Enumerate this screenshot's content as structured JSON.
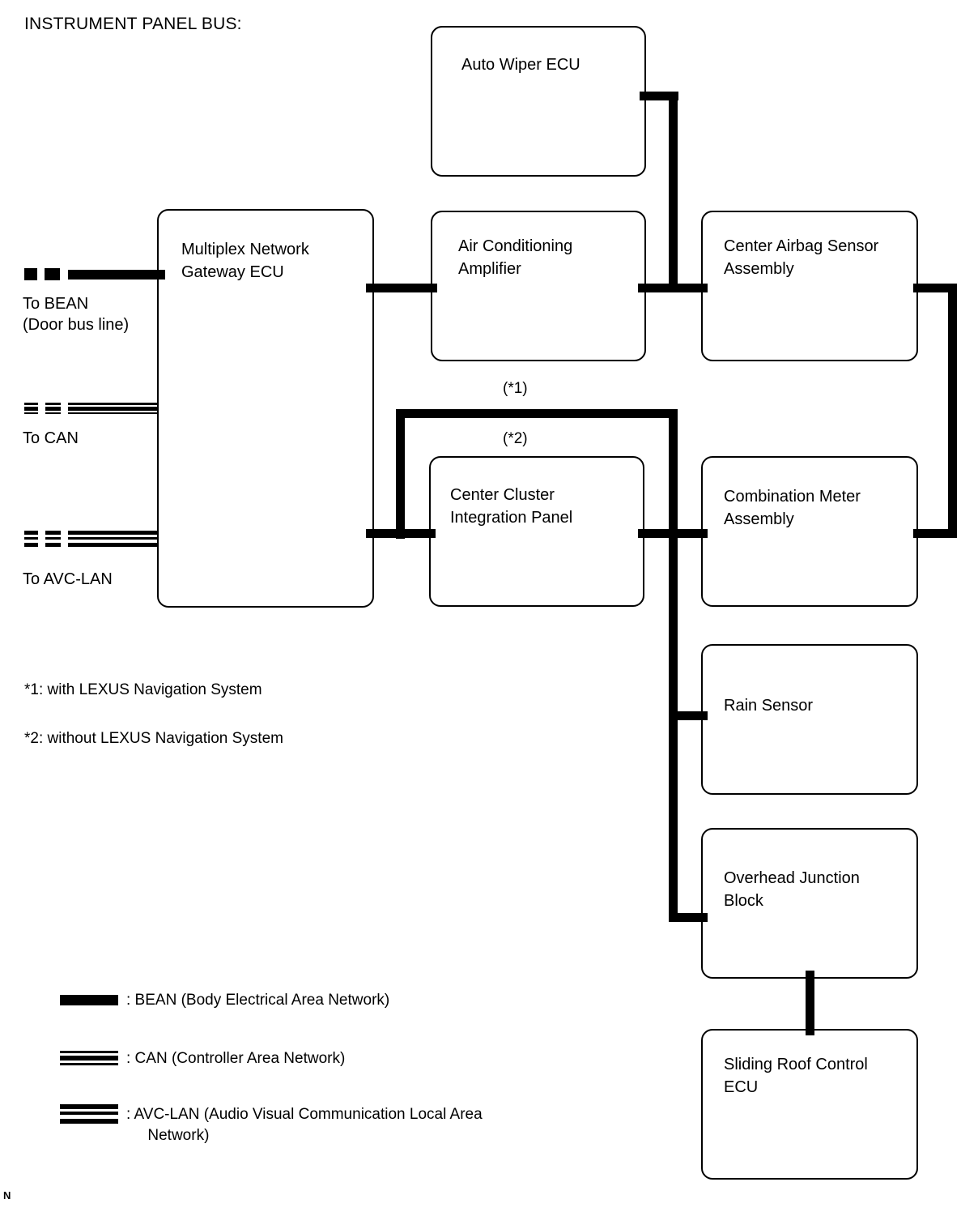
{
  "title": "INSTRUMENT PANEL BUS:",
  "page_mark": "N",
  "boxes": {
    "auto_wiper": "Auto Wiper ECU",
    "gateway": "Multiplex Network\nGateway ECU",
    "ac_amp": "Air Conditioning\nAmplifier",
    "airbag": "Center Airbag Sensor\nAssembly",
    "center_cluster": "Center Cluster\nIntegration Panel",
    "combination_meter": "Combination Meter\nAssembly",
    "rain_sensor": "Rain Sensor",
    "overhead_junction": "Overhead Junction\nBlock",
    "sliding_roof": "Sliding Roof Control\nECU"
  },
  "connections": {
    "bean": "To BEAN\n(Door bus line)",
    "can": "To CAN",
    "avclan": "To AVC-LAN"
  },
  "markers": {
    "star1": "(*1)",
    "star2": "(*2)"
  },
  "notes": {
    "note1": "*1: with LEXUS Navigation System",
    "note2": "*2: without LEXUS Navigation System"
  },
  "legend": {
    "bean": ": BEAN (Body Electrical Area Network)",
    "can": ": CAN (Controller Area Network)",
    "avclan": ": AVC-LAN (Audio Visual Communication Local Area\n     Network)"
  },
  "colors": {
    "line": "#000000",
    "background": "#ffffff",
    "box_border": "#000000"
  }
}
